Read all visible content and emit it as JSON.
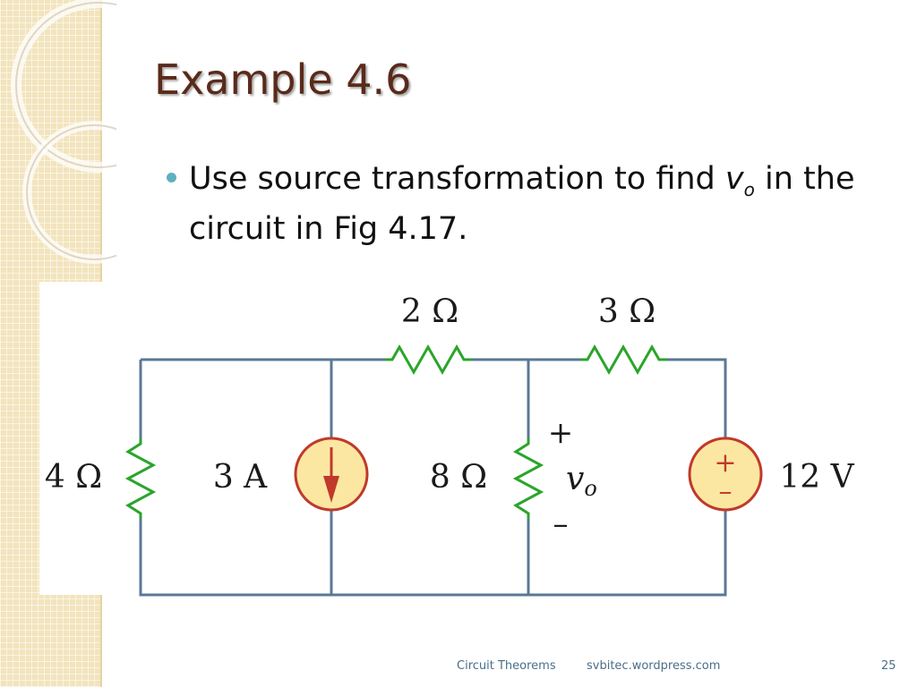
{
  "slide": {
    "title": "Example 4.6",
    "bullet": {
      "text_before": "Use source transformation to find ",
      "var_main": "v",
      "var_sub": "o",
      "text_after": " in the circuit in Fig 4.17."
    }
  },
  "circuit": {
    "resistor_top_left": "2 Ω",
    "resistor_top_right": "3 Ω",
    "resistor_left": "4 Ω",
    "current_source": "3 A",
    "resistor_middle": "8 Ω",
    "voltage_source": "12 V",
    "vo_main": "v",
    "vo_sub": "o",
    "plus": "+",
    "minus": "–",
    "src_plus": "+",
    "src_minus": "–"
  },
  "footer": {
    "left": "Circuit Theorems",
    "center": "svbitec.wordpress.com",
    "page_number": "25"
  },
  "colors": {
    "wire": "#5a7894",
    "resistor": "#2aa52a",
    "source_fill": "#fbe7a2",
    "source_stroke": "#c0392b",
    "title": "#5a2a1a",
    "bullet": "#5fb0c0"
  }
}
